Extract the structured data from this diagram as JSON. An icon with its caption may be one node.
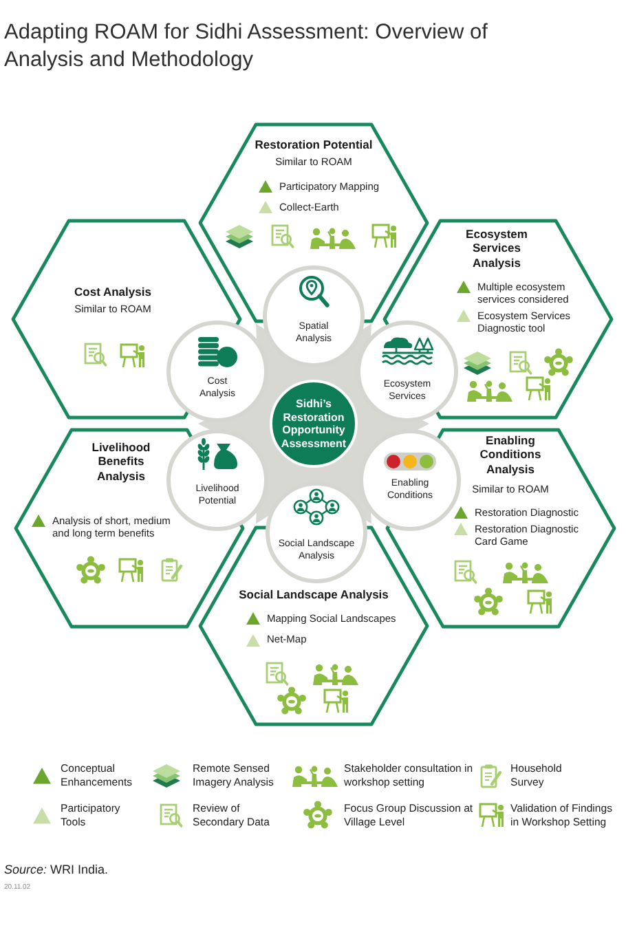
{
  "diagram": {
    "title": "Adapting ROAM for Sidhi Assessment: Overview of Analysis and Methodology",
    "nodes": [
      {
        "text": [
          "Sidhi’s Restoration Opportunity Assessment"
        ]
      },
      {
        "text": [
          "Spatial Analysis"
        ]
      },
      {
        "text": [
          "Ecosystem Services"
        ]
      },
      {
        "text": [
          "Enabling Conditions"
        ]
      },
      {
        "text": [
          "Social Landscape Analysis"
        ]
      },
      {
        "text": [
          "Livelihood Potential"
        ]
      },
      {
        "text": [
          "Cost Analysis"
        ]
      },
      {
        "text": [
          "Restoration Potential",
          "Similar to ROAM",
          "Participatory Mapping",
          "Collect-Earth"
        ]
      },
      {
        "text": [
          "Ecosystem Services Analysis",
          "Multiple ecosystem services considered",
          "Ecosystem Services Diagnostic tool"
        ]
      },
      {
        "text": [
          "Enabling Conditions Analysis",
          "Similar to ROAM",
          "Restoration Diagnostic",
          "Restoration Diagnostic Card Game"
        ]
      },
      {
        "text": [
          "Social Landscape Analysis",
          "Mapping Social Landscapes",
          "Net-Map"
        ]
      },
      {
        "text": [
          "Livelihood Benefits Analysis",
          "Analysis of short, medium and long term benefits"
        ]
      },
      {
        "text": [
          "Cost Analysis",
          "Similar to ROAM"
        ]
      }
    ],
    "labels": [
      "20.11.02"
    ],
    "legend": [
      {
        "text": "Conceptual Enhancements"
      },
      {
        "text": "Remote Sensed Imagery Analysis"
      },
      {
        "text": "Stakeholder consultation in workshop setting"
      },
      {
        "text": "Household Survey"
      },
      {
        "text": "Participatory Tools"
      },
      {
        "text": "Review of Secondary Data"
      },
      {
        "text": "Focus Group Discussion at Village Level"
      },
      {
        "text": "Validation of Findings in Workshop Setting"
      }
    ],
    "caption": "*Source:* WRI India."
  }
}
